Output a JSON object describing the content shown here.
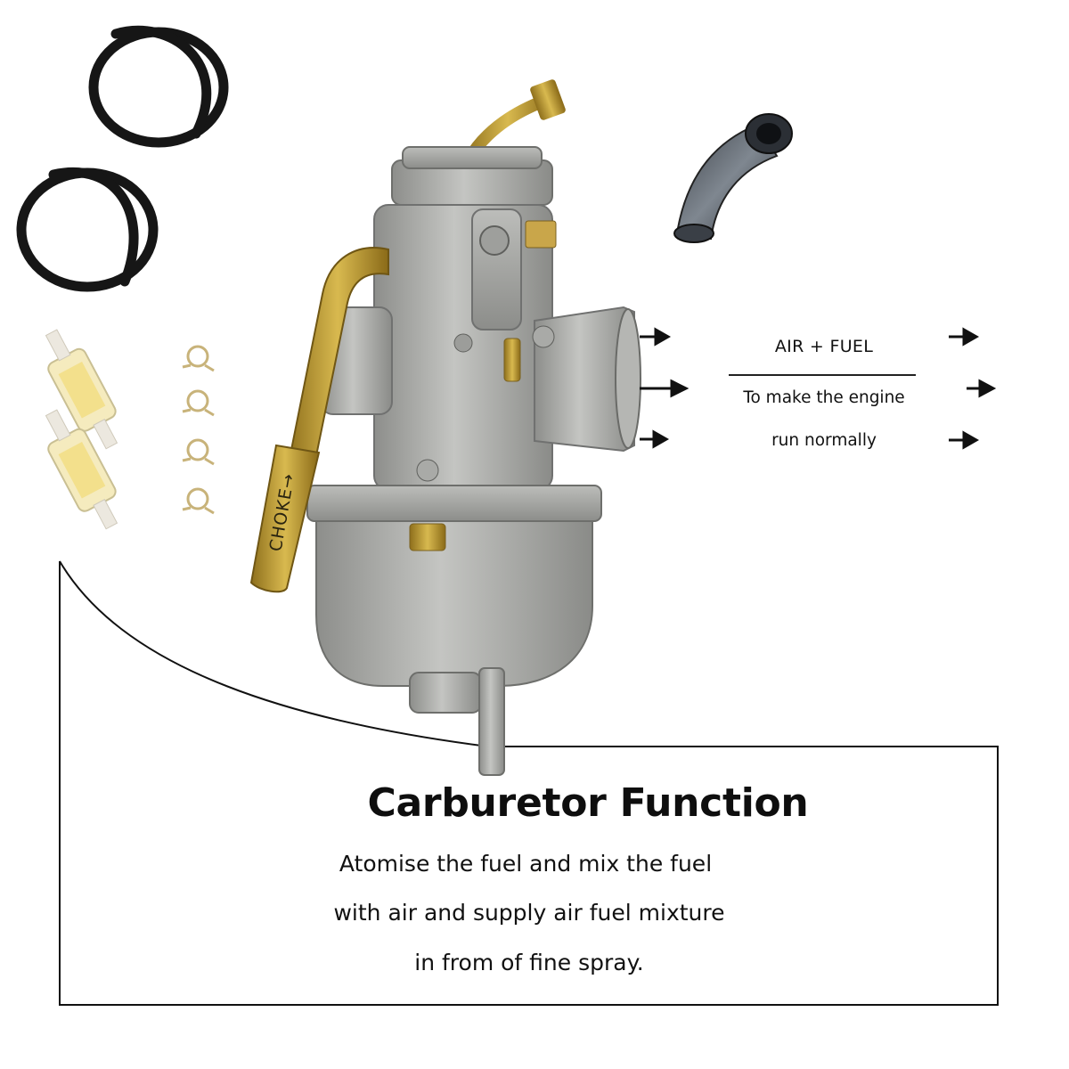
{
  "flow": {
    "title": "AIR + FUEL",
    "line1": "To make the engine",
    "line2": "run normally"
  },
  "choke_label": "CHOKE→",
  "function_box": {
    "title": "Carburetor Function",
    "lines": [
      "Atomise the fuel and mix the fuel",
      "with air and supply air fuel mixture",
      "in from of fine spray."
    ]
  },
  "colors": {
    "carb_body": "#a9aaa7",
    "brass": "#b8962e",
    "hose": "#161616",
    "filter": "#f3e7b0",
    "clip": "#c8b37a"
  }
}
